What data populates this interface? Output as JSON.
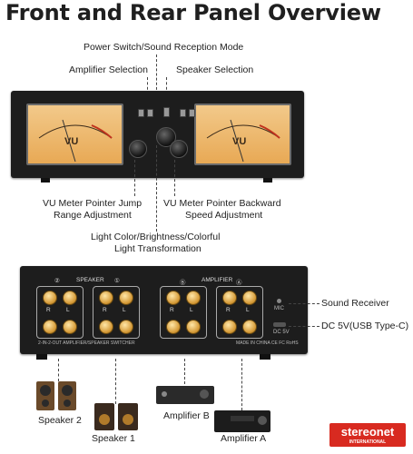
{
  "title": "Front and Rear Panel Overview",
  "front": {
    "label_power": "Power Switch/Sound Reception Mode",
    "label_amp_sel": "Amplifier Selection",
    "label_spk_sel": "Speaker Selection",
    "label_vu_jump": "VU Meter Pointer Jump\nRange Adjustment",
    "label_vu_back": "VU Meter Pointer Backward\nSpeed Adjustment",
    "label_light": "Light Color/Brightness/Colorful\nLight Transformation",
    "vu_text": "VU"
  },
  "rear": {
    "label_speaker": "SPEAKER",
    "label_amplifier": "AMPLIFIER",
    "group_nums": [
      "②",
      "①",
      "Ⓑ",
      "Ⓐ"
    ],
    "label_r": "R",
    "label_l": "L",
    "label_mic": "MIC",
    "label_dc": "DC 5V",
    "model_text": "2-IN-2-OUT AMPLIFIER/SPEAKER SWITCHER",
    "made_in": "MADE IN CHINA  CE FC RoHS",
    "label_sound_receiver": "Sound Receiver",
    "label_dc_usb": "DC 5V(USB Type-C)"
  },
  "devices": {
    "speaker2": "Speaker 2",
    "speaker1": "Speaker 1",
    "amplifierB": "Amplifier B",
    "amplifierA": "Amplifier A"
  },
  "brand": {
    "name": "stereonet",
    "sub": "INTERNATIONAL"
  },
  "colors": {
    "panel": "#1d1d1d",
    "meter": "#e8a955",
    "binding_post": "#d59a37",
    "brand": "#d82a20"
  }
}
